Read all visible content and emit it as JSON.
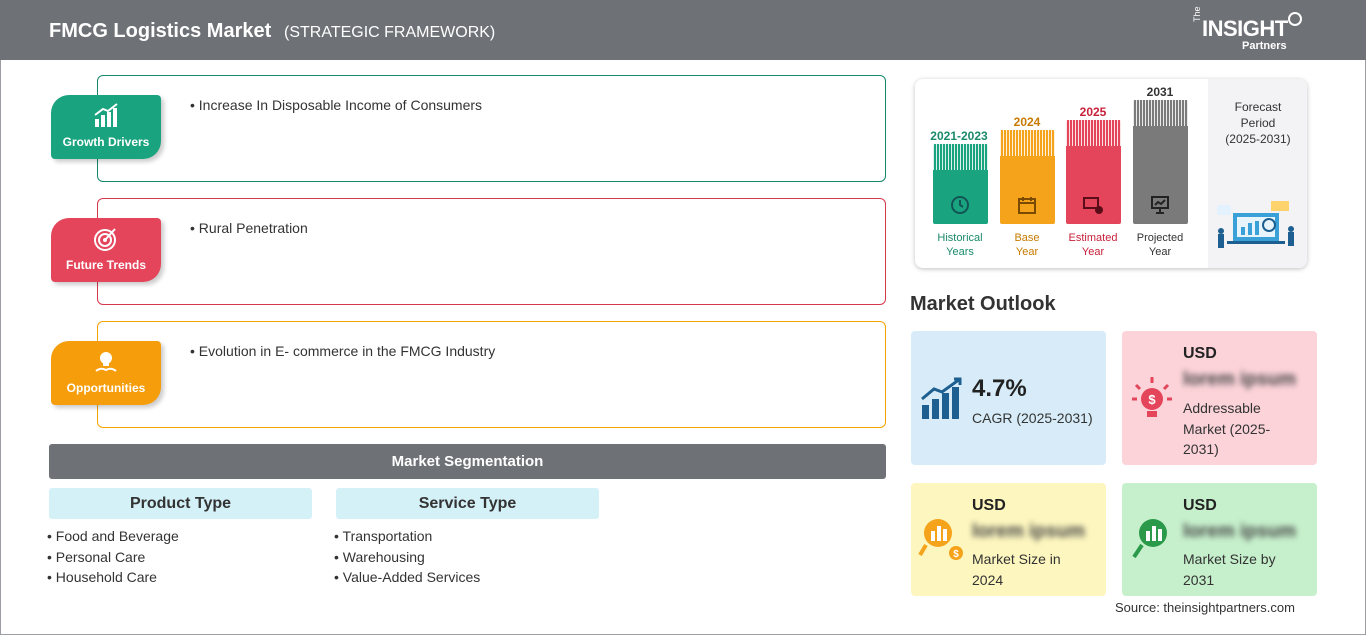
{
  "header": {
    "title": "FMCG Logistics Market",
    "subtitle": "(STRATEGIC FRAMEWORK)",
    "logo": {
      "the": "The",
      "word": "INSIGHT",
      "partners": "Partners"
    }
  },
  "framework": {
    "growth_drivers": {
      "label": "Growth Drivers",
      "bullet": "Increase In Disposable Income of Consumers",
      "color": "#1aa37f"
    },
    "future_trends": {
      "label": "Future Trends",
      "bullet": "Rural Penetration",
      "color": "#e4455b"
    },
    "opportunities": {
      "label": "Opportunities",
      "bullet": "Evolution in E- commerce in the FMCG Industry",
      "color": "#f59d0a"
    }
  },
  "segmentation": {
    "title": "Market Segmentation",
    "product_type": {
      "heading": "Product Type",
      "items": [
        "Food and Beverage",
        "Personal Care",
        "Household Care"
      ]
    },
    "service_type": {
      "heading": "Service Type",
      "items": [
        "Transportation",
        "Warehousing",
        "Value-Added Services"
      ]
    }
  },
  "timeline": {
    "periods": [
      {
        "year": "2021-2023",
        "label_line1": "Historical",
        "label_line2": "Years",
        "color": "#1aa37f",
        "icon": "history-icon"
      },
      {
        "year": "2024",
        "label_line1": "Base",
        "label_line2": "Year",
        "color": "#f5a31a",
        "icon": "calendar-icon"
      },
      {
        "year": "2025",
        "label_line1": "Estimated",
        "label_line2": "Year",
        "color": "#e4455b",
        "icon": "estimate-icon"
      },
      {
        "year": "2031",
        "label_line1": "Projected",
        "label_line2": "Year",
        "color": "#7a7a7a",
        "icon": "presentation-icon"
      }
    ],
    "forecast": {
      "line1": "Forecast",
      "line2": "Period",
      "line3": "(2025-2031)"
    }
  },
  "outlook": {
    "title": "Market Outlook",
    "cagr": {
      "value": "4.7%",
      "label": "CAGR (2025-2031)"
    },
    "addressable": {
      "currency": "USD",
      "value": "lorem ipsum",
      "line1": "Addressable",
      "line2": "Market (2025-",
      "line3": "2031)"
    },
    "size_2024": {
      "currency": "USD",
      "value": "lorem ipsum",
      "line1": "Market Size in",
      "line2": "2024"
    },
    "size_2031": {
      "currency": "USD",
      "value": "lorem ipsum",
      "line1": "Market Size by",
      "line2": "2031"
    }
  },
  "source": "Source: theinsightpartners.com"
}
